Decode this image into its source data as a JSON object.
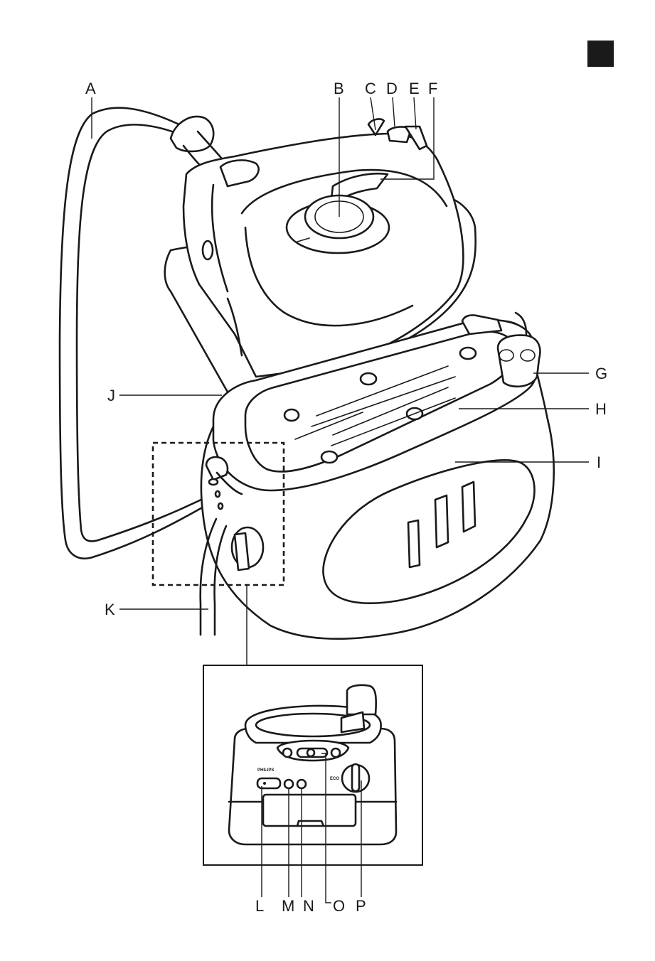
{
  "colors": {
    "ink": "#1a1a1a",
    "corner_tab": "#1a1a1a",
    "paper": "#ffffff"
  },
  "labels": {
    "A": "A",
    "B": "B",
    "C": "C",
    "D": "D",
    "E": "E",
    "F": "F",
    "G": "G",
    "H": "H",
    "I": "I",
    "J": "J",
    "K": "K",
    "L": "L",
    "M": "M",
    "N": "N",
    "O": "O",
    "P": "P"
  },
  "detail": {
    "brand": "PHILIPS",
    "eco_text": "ECO"
  }
}
